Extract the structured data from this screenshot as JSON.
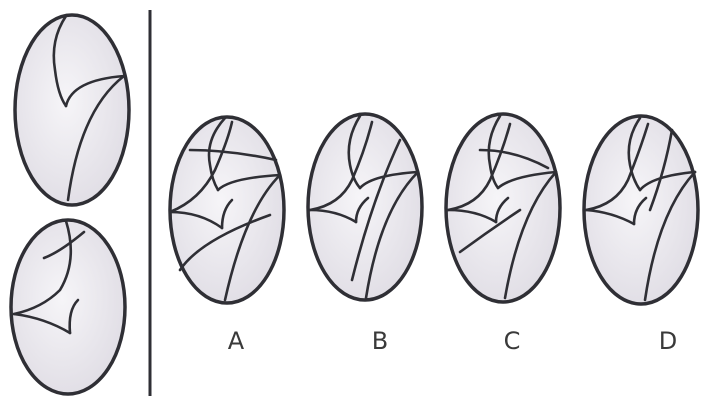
{
  "question_figures": [
    "figure-1",
    "figure-2"
  ],
  "options": [
    {
      "key": "a",
      "label": "A"
    },
    {
      "key": "b",
      "label": "B"
    },
    {
      "key": "c",
      "label": "C"
    },
    {
      "key": "d",
      "label": "D"
    }
  ],
  "colors": {
    "stroke": "#2f2f35",
    "fill": "#eceaf0",
    "shade": "#d9d6de",
    "background": "#ffffff"
  }
}
